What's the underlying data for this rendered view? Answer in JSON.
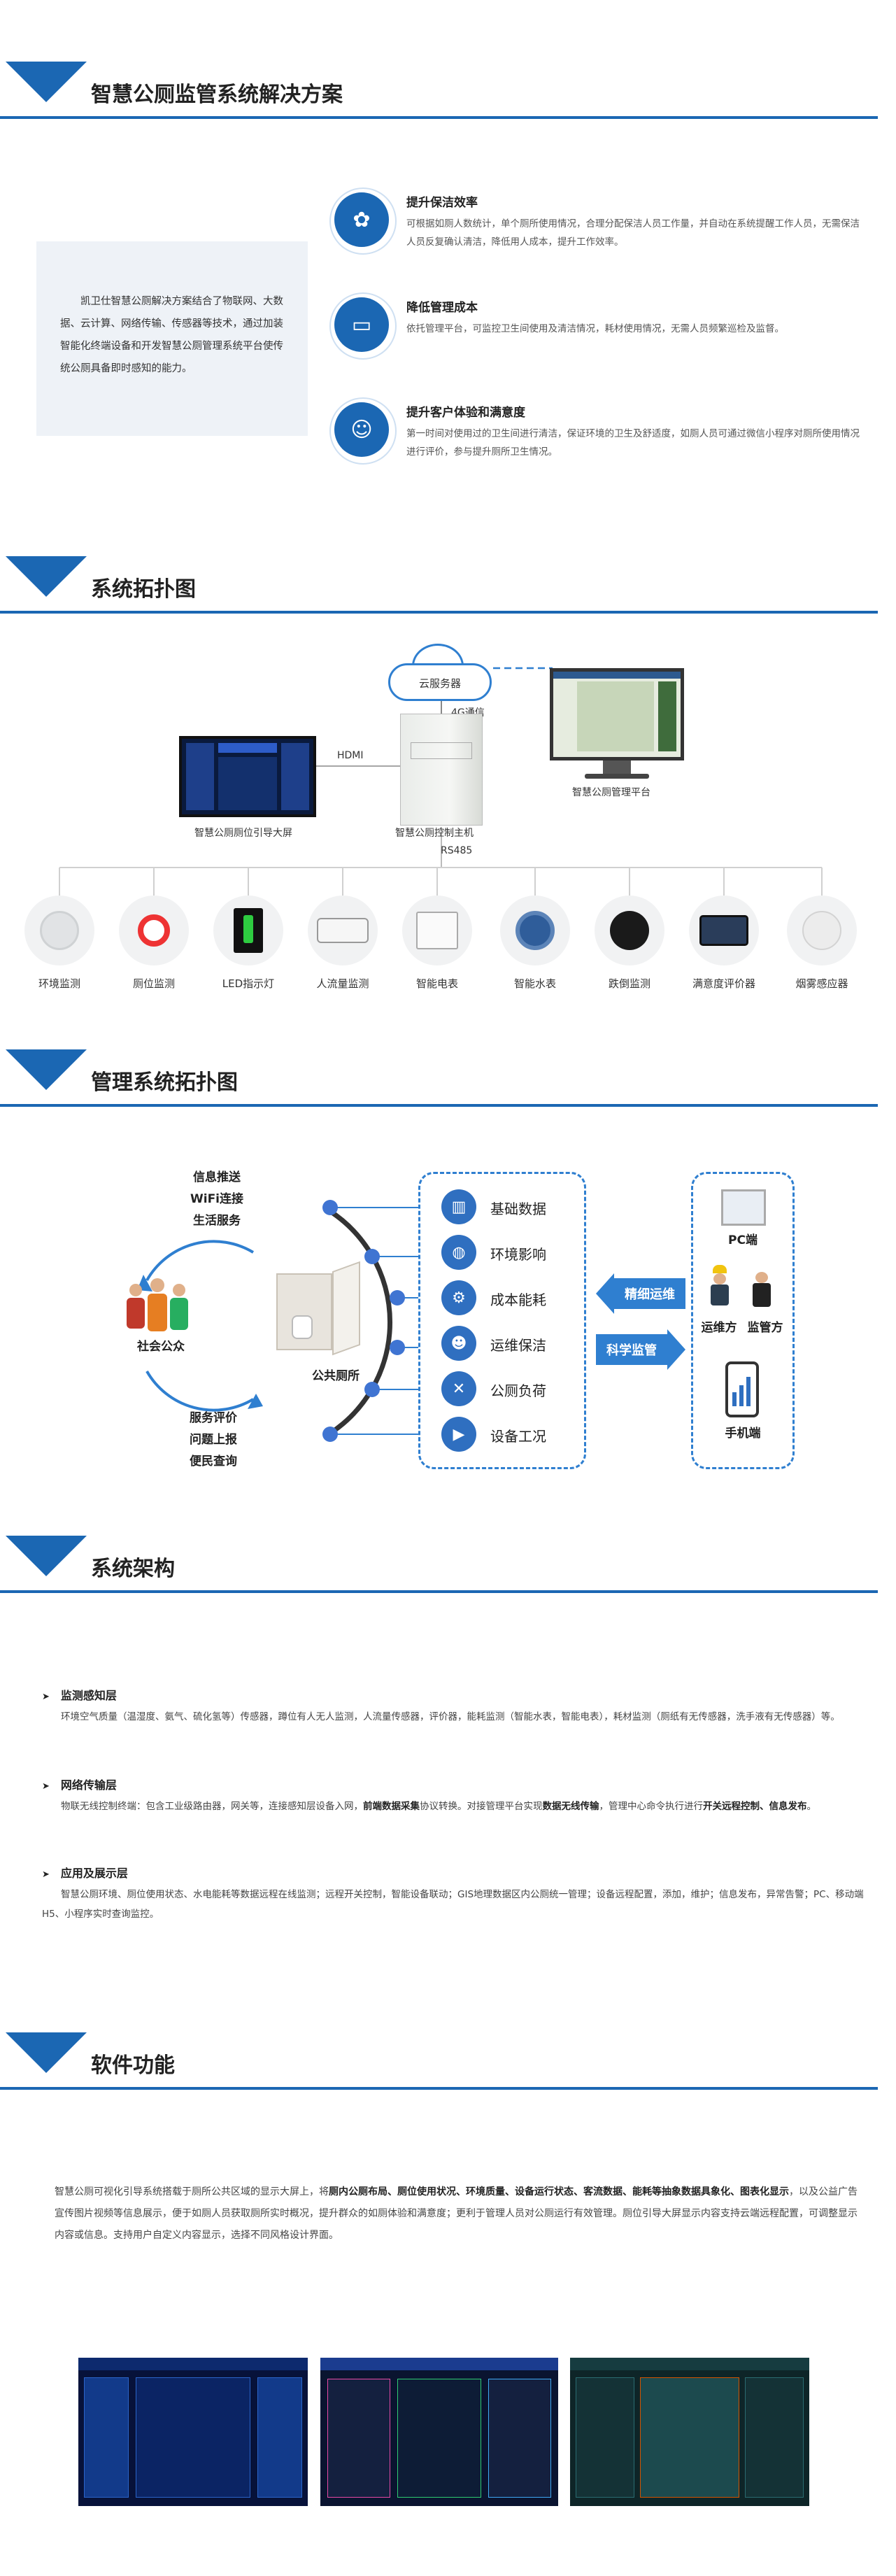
{
  "section1": {
    "title": "智慧公厕监管系统解决方案",
    "intro": "凯卫仕智慧公厕解决方案结合了物联网、大数据、云计算、网络传输、传感器等技术，通过加装智能化终端设备和开发智慧公厕管理系统平台使传统公厕具备即时感知的能力。",
    "benefits": [
      {
        "title": "提升保洁效率",
        "desc": "可根据如厕人数统计，单个厕所使用情况，合理分配保洁人员工作量，并自动在系统提醒工作人员，无需保洁人员反复确认清洁，降低用人成本，提升工作效率。",
        "icon": "broom-icon"
      },
      {
        "title": "降低管理成本",
        "desc": "依托管理平台，可监控卫生间使用及清洁情况，耗材使用情况，无需人员频繁巡检及监督。",
        "icon": "monitor-icon"
      },
      {
        "title": "提升客户体验和满意度",
        "desc": "第一时间对使用过的卫生间进行清洁，保证环境的卫生及舒适度，如厕人员可通过微信小程序对厕所使用情况进行评价，参与提升厕所卫生情况。",
        "icon": "smile-icon"
      }
    ]
  },
  "section2": {
    "title": "系统拓扑图",
    "cloud": "云服务器",
    "link_4g": "4G通信",
    "hdmi": "HDMI",
    "rs485": "RS485",
    "platform": "智慧公厕管理平台",
    "screen": "智慧公厕厕位引导大屏",
    "host": "智慧公厕控制主机",
    "devices": [
      "环境监测",
      "厕位监测",
      "LED指示灯",
      "人流量监测",
      "智能电表",
      "智能水表",
      "跌倒监测",
      "满意度评价器",
      "烟雾感应器"
    ]
  },
  "section3": {
    "title": "管理系统拓扑图",
    "top_services": [
      "信息推送",
      "WiFi连接",
      "生活服务"
    ],
    "bottom_services": [
      "服务评价",
      "问题上报",
      "便民查询"
    ],
    "public": "社会公众",
    "toilet": "公共厕所",
    "items": [
      "基础数据",
      "环境影响",
      "成本能耗",
      "运维保洁",
      "公厕负荷",
      "设备工况"
    ],
    "arrow_left": "精细运维",
    "arrow_right": "科学监管",
    "pc": "PC端",
    "ops": "运维方",
    "gov": "监管方",
    "mobile": "手机端"
  },
  "section4": {
    "title": "系统架构",
    "blocks": [
      {
        "heading": "监测感知层",
        "text": "环境空气质量（温湿度、氨气、硫化氢等）传感器，蹲位有人无人监测，人流量传感器，评价器，能耗监测（智能水表，智能电表），耗材监测（厕纸有无传感器，洗手液有无传感器）等。"
      },
      {
        "heading": "网络传输层",
        "text_a": "物联无线控制终端：包含工业级路由器，网关等，连接感知层设备入网，",
        "text_b": "前端数据采集",
        "text_c": "协议转换。对接管理平台实现",
        "text_d": "数据无线传输",
        "text_e": "，管理中心命令执行进行",
        "text_f": "开关远程控制、信息发布",
        "text_g": "。"
      },
      {
        "heading": "应用及展示层",
        "text": "智慧公厕环境、厕位使用状态、水电能耗等数据远程在线监测；远程开关控制，智能设备联动；GIS地理数据区内公厕统一管理；设备远程配置，添加，维护；信息发布，异常告警；PC、移动端H5、小程序实时查询监控。"
      }
    ]
  },
  "section5": {
    "title": "软件功能",
    "p_a": "智慧公厕可视化引导系统搭载于厕所公共区域的显示大屏上，将",
    "p_b": "厕内公厕布局、厕位使用状况、环境质量、设备运行状态、客流数据、能耗等抽象数据具象化、图表化显示",
    "p_c": "，以及公益广告宣传图片视频等信息展示，便于如厕人员获取厕所实时概况，提升群众的如厕体验和满意度；更利于管理人员对公厕运行有效管理。厕位引导大屏显示内容支持云端远程配置，可调整显示内容或信息。支持用户自定义内容显示，选择不同风格设计界面。"
  }
}
